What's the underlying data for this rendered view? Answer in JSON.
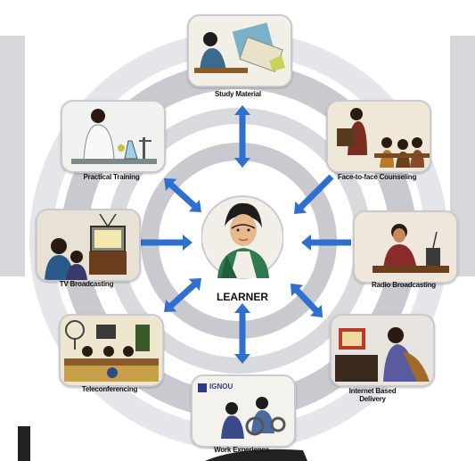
{
  "diagram": {
    "center": {
      "label": "LEARNER",
      "icon": "woman-portrait-icon"
    },
    "nodes": [
      {
        "id": "study-material",
        "label": "Study Material",
        "icon": "reading-at-desk-icon"
      },
      {
        "id": "face-to-face",
        "label": "Face-to-face Counseling",
        "icon": "classroom-counseling-icon"
      },
      {
        "id": "radio",
        "label": "Radio Broadcasting",
        "icon": "radio-listener-icon"
      },
      {
        "id": "internet",
        "label": "Internet Based Delivery",
        "icon": "computer-user-icon"
      },
      {
        "id": "work",
        "label": "Work Experience",
        "icon": "workshop-icon",
        "logo_text": "IGNOU"
      },
      {
        "id": "tele",
        "label": "Teleconferencing",
        "icon": "teleconference-icon"
      },
      {
        "id": "tv",
        "label": "TV Broadcasting",
        "icon": "tv-viewers-icon"
      },
      {
        "id": "practical",
        "label": "Practical Training",
        "icon": "lab-scientist-icon"
      }
    ],
    "colors": {
      "arrow": "#2f6fd0",
      "ring": "#c8cacf",
      "ring_light": "#e2e3e6",
      "box_border": "#c9c9cf"
    }
  }
}
